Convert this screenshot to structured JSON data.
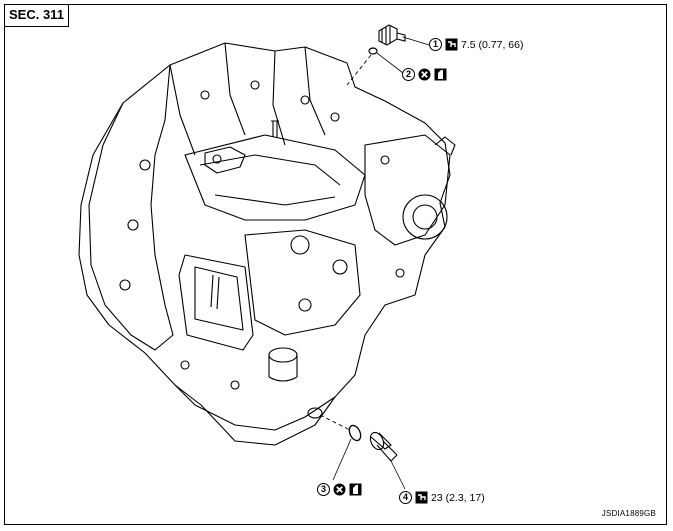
{
  "section": "SEC. 311",
  "figure_id": "JSDIA1889GB",
  "parts": [
    {
      "number": "1",
      "symbols": [
        "torque-wrench-icon"
      ],
      "spec": "7.5 (0.77, 66)"
    },
    {
      "number": "2",
      "symbols": [
        "do-not-reuse-icon",
        "apply-fluid-icon"
      ],
      "spec": ""
    },
    {
      "number": "3",
      "symbols": [
        "do-not-reuse-icon",
        "apply-fluid-icon"
      ],
      "spec": ""
    },
    {
      "number": "4",
      "symbols": [
        "torque-wrench-icon"
      ],
      "spec": "23 (2.3, 17)"
    }
  ]
}
